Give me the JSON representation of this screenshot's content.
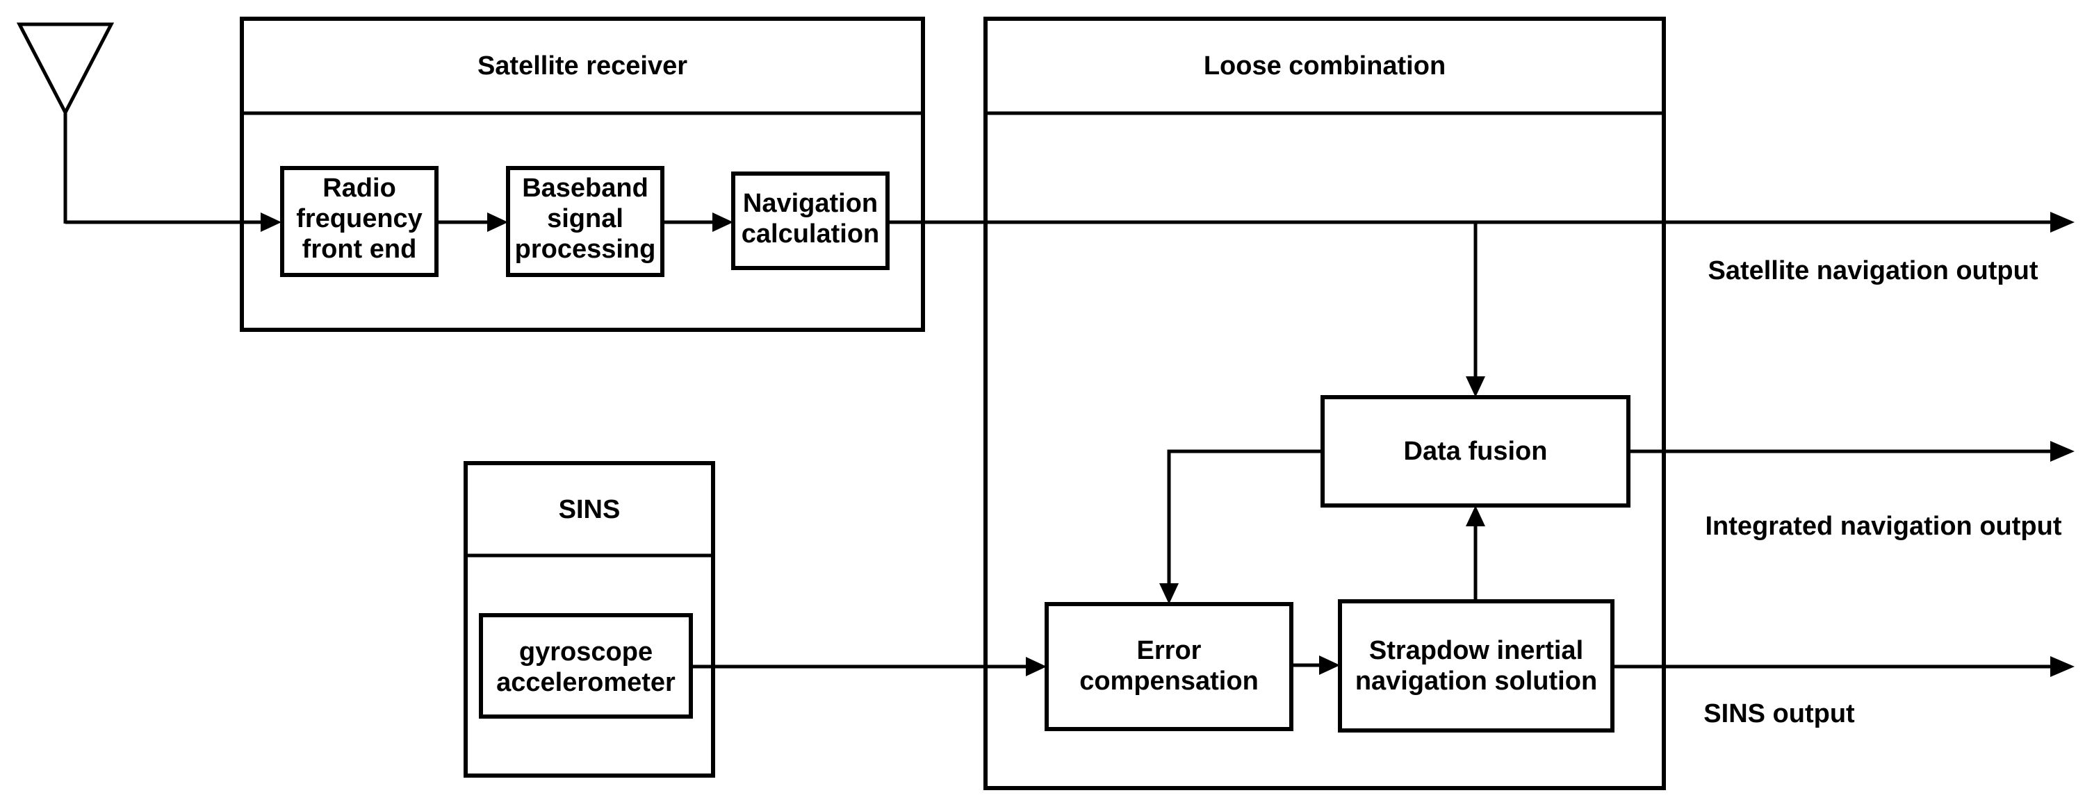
{
  "blocks": {
    "satellite_receiver": {
      "title": "Satellite receiver",
      "rf_front_end": [
        "Radio",
        "frequency",
        "front end"
      ],
      "baseband": [
        "Baseband",
        "signal",
        "processing"
      ],
      "navigation_calc": [
        "Navigation",
        "calculation"
      ]
    },
    "loose_combination": {
      "title": "Loose combination",
      "data_fusion": "Data fusion",
      "error_compensation": [
        "Error",
        "compensation"
      ],
      "strapdown_solution": [
        "Strapdow inertial",
        "navigation solution"
      ]
    },
    "sins": {
      "title": "SINS",
      "sensors": [
        "gyroscope",
        "accelerometer"
      ]
    }
  },
  "outputs": {
    "satellite": "Satellite navigation output",
    "integrated": "Integrated navigation output",
    "sins": "SINS output"
  }
}
